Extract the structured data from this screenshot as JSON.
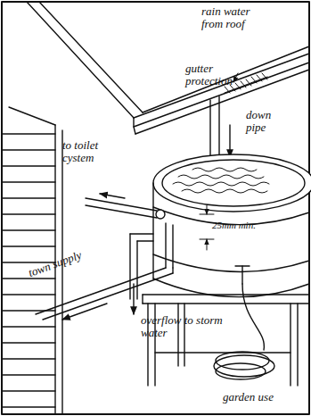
{
  "diagram": {
    "labels": [
      "rain water from roof",
      "gutter protection",
      "down pipe",
      "to toilet cystem",
      "25mm min.",
      "town supply",
      "overflow to storm water",
      "garden use"
    ]
  }
}
